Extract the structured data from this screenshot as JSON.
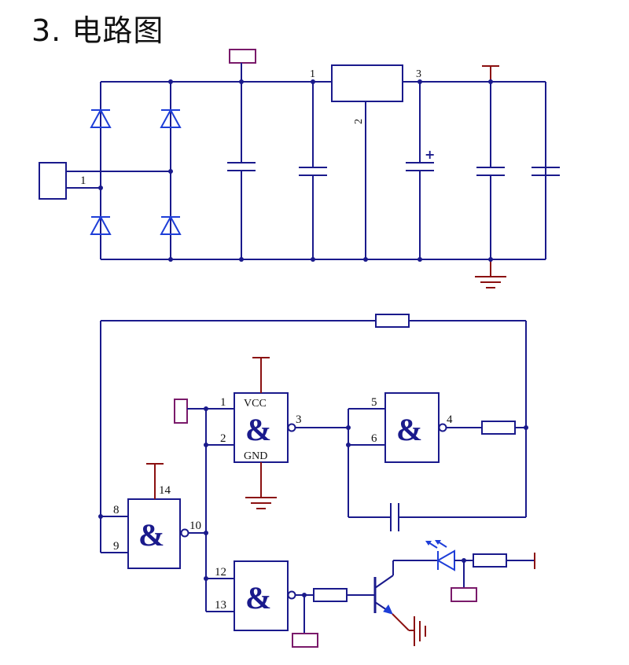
{
  "title": "3. 电路图",
  "rectifier": {
    "node_labels": [
      "1",
      "1",
      "2",
      "3"
    ],
    "polarity": "+"
  },
  "logic": {
    "gate_symbol": "&",
    "gate_a": {
      "top_label": "VCC",
      "bottom_label": "GND",
      "in1": "1",
      "in2": "2",
      "out": "3"
    },
    "gate_b": {
      "in1": "5",
      "in2": "6",
      "out": "4"
    },
    "gate_c": {
      "in1": "8",
      "in2": "9",
      "out": "10",
      "vcc_pin": "14"
    },
    "gate_d": {
      "in1": "12",
      "in2": "13"
    }
  },
  "colors": {
    "wire": "#1a1a8c",
    "diode": "#1e3ed8",
    "power": "#8b1010",
    "pad": "#7a1a6a"
  }
}
